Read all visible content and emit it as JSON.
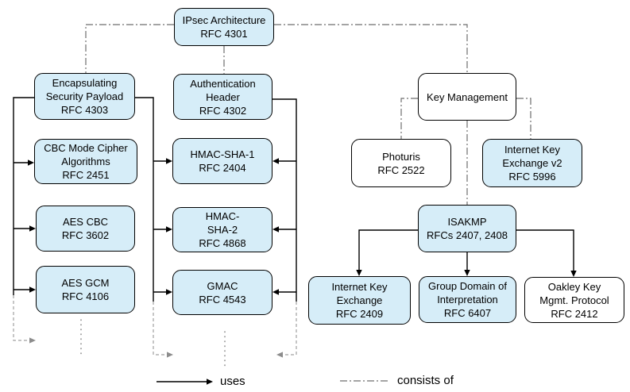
{
  "title": "IPsec Architecture RFC relationship diagram",
  "colors": {
    "node_blue": "#d6edf8",
    "node_white": "#ffffff",
    "node_border": "#000000",
    "uses_line": "#000000",
    "consists_of_line": "#6e6e6e",
    "continuation_dashed": "#a0a0a0",
    "continuation_dotted": "#8c8c8c"
  },
  "nodes": [
    {
      "id": "ipsec-architecture",
      "label": "IPsec Architecture\nRFC 4301",
      "fill": "blue"
    },
    {
      "id": "esp",
      "label": "Encapsulating\nSecurity Payload\nRFC 4303",
      "fill": "blue"
    },
    {
      "id": "cbc-mode-cipher",
      "label": "CBC Mode Cipher\nAlgorithms\nRFC 2451",
      "fill": "blue"
    },
    {
      "id": "aes-cbc",
      "label": "AES CBC\nRFC 3602",
      "fill": "blue"
    },
    {
      "id": "aes-gcm",
      "label": "AES GCM\nRFC 4106",
      "fill": "blue"
    },
    {
      "id": "authentication-header",
      "label": "Authentication\nHeader\nRFC 4302",
      "fill": "blue"
    },
    {
      "id": "hmac-sha-1",
      "label": "HMAC-SHA-1\nRFC 2404",
      "fill": "blue"
    },
    {
      "id": "hmac-sha-2",
      "label": "HMAC-\nSHA-2\nRFC 4868",
      "fill": "blue"
    },
    {
      "id": "gmac",
      "label": "GMAC\nRFC 4543",
      "fill": "blue"
    },
    {
      "id": "key-management",
      "label": "Key Management",
      "fill": "white"
    },
    {
      "id": "photuris",
      "label": "Photuris\nRFC 2522",
      "fill": "white"
    },
    {
      "id": "ike-v2",
      "label": "Internet Key\nExchange v2\nRFC 5996",
      "fill": "blue"
    },
    {
      "id": "isakmp",
      "label": "ISAKMP\nRFCs 2407, 2408",
      "fill": "blue"
    },
    {
      "id": "ike",
      "label": "Internet Key\nExchange\nRFC 2409",
      "fill": "blue"
    },
    {
      "id": "gdoi",
      "label": "Group Domain of\nInterpretation\nRFC 6407",
      "fill": "blue"
    },
    {
      "id": "oakley",
      "label": "Oakley Key\nMgmt. Protocol\nRFC 2412",
      "fill": "white"
    }
  ],
  "edges": [
    {
      "from": "ipsec-architecture",
      "to": "esp",
      "type": "consists-of"
    },
    {
      "from": "ipsec-architecture",
      "to": "authentication-header",
      "type": "consists-of"
    },
    {
      "from": "ipsec-architecture",
      "to": "key-management",
      "type": "consists-of"
    },
    {
      "from": "key-management",
      "to": "photuris",
      "type": "consists-of"
    },
    {
      "from": "key-management",
      "to": "ike-v2",
      "type": "consists-of"
    },
    {
      "from": "key-management",
      "to": "isakmp",
      "type": "consists-of"
    },
    {
      "from": "esp",
      "to": "cbc-mode-cipher",
      "type": "uses"
    },
    {
      "from": "esp",
      "to": "aes-cbc",
      "type": "uses"
    },
    {
      "from": "esp",
      "to": "aes-gcm",
      "type": "uses"
    },
    {
      "from": "esp",
      "to": "hmac-sha-1",
      "type": "uses"
    },
    {
      "from": "esp",
      "to": "hmac-sha-2",
      "type": "uses"
    },
    {
      "from": "esp",
      "to": "gmac",
      "type": "uses"
    },
    {
      "from": "authentication-header",
      "to": "hmac-sha-1",
      "type": "uses"
    },
    {
      "from": "authentication-header",
      "to": "hmac-sha-2",
      "type": "uses"
    },
    {
      "from": "authentication-header",
      "to": "gmac",
      "type": "uses"
    },
    {
      "from": "isakmp",
      "to": "ike",
      "type": "uses"
    },
    {
      "from": "isakmp",
      "to": "gdoi",
      "type": "uses"
    },
    {
      "from": "isakmp",
      "to": "oakley",
      "type": "uses"
    }
  ],
  "legend": {
    "uses_label": "uses",
    "consists_of_label": "consists of"
  }
}
